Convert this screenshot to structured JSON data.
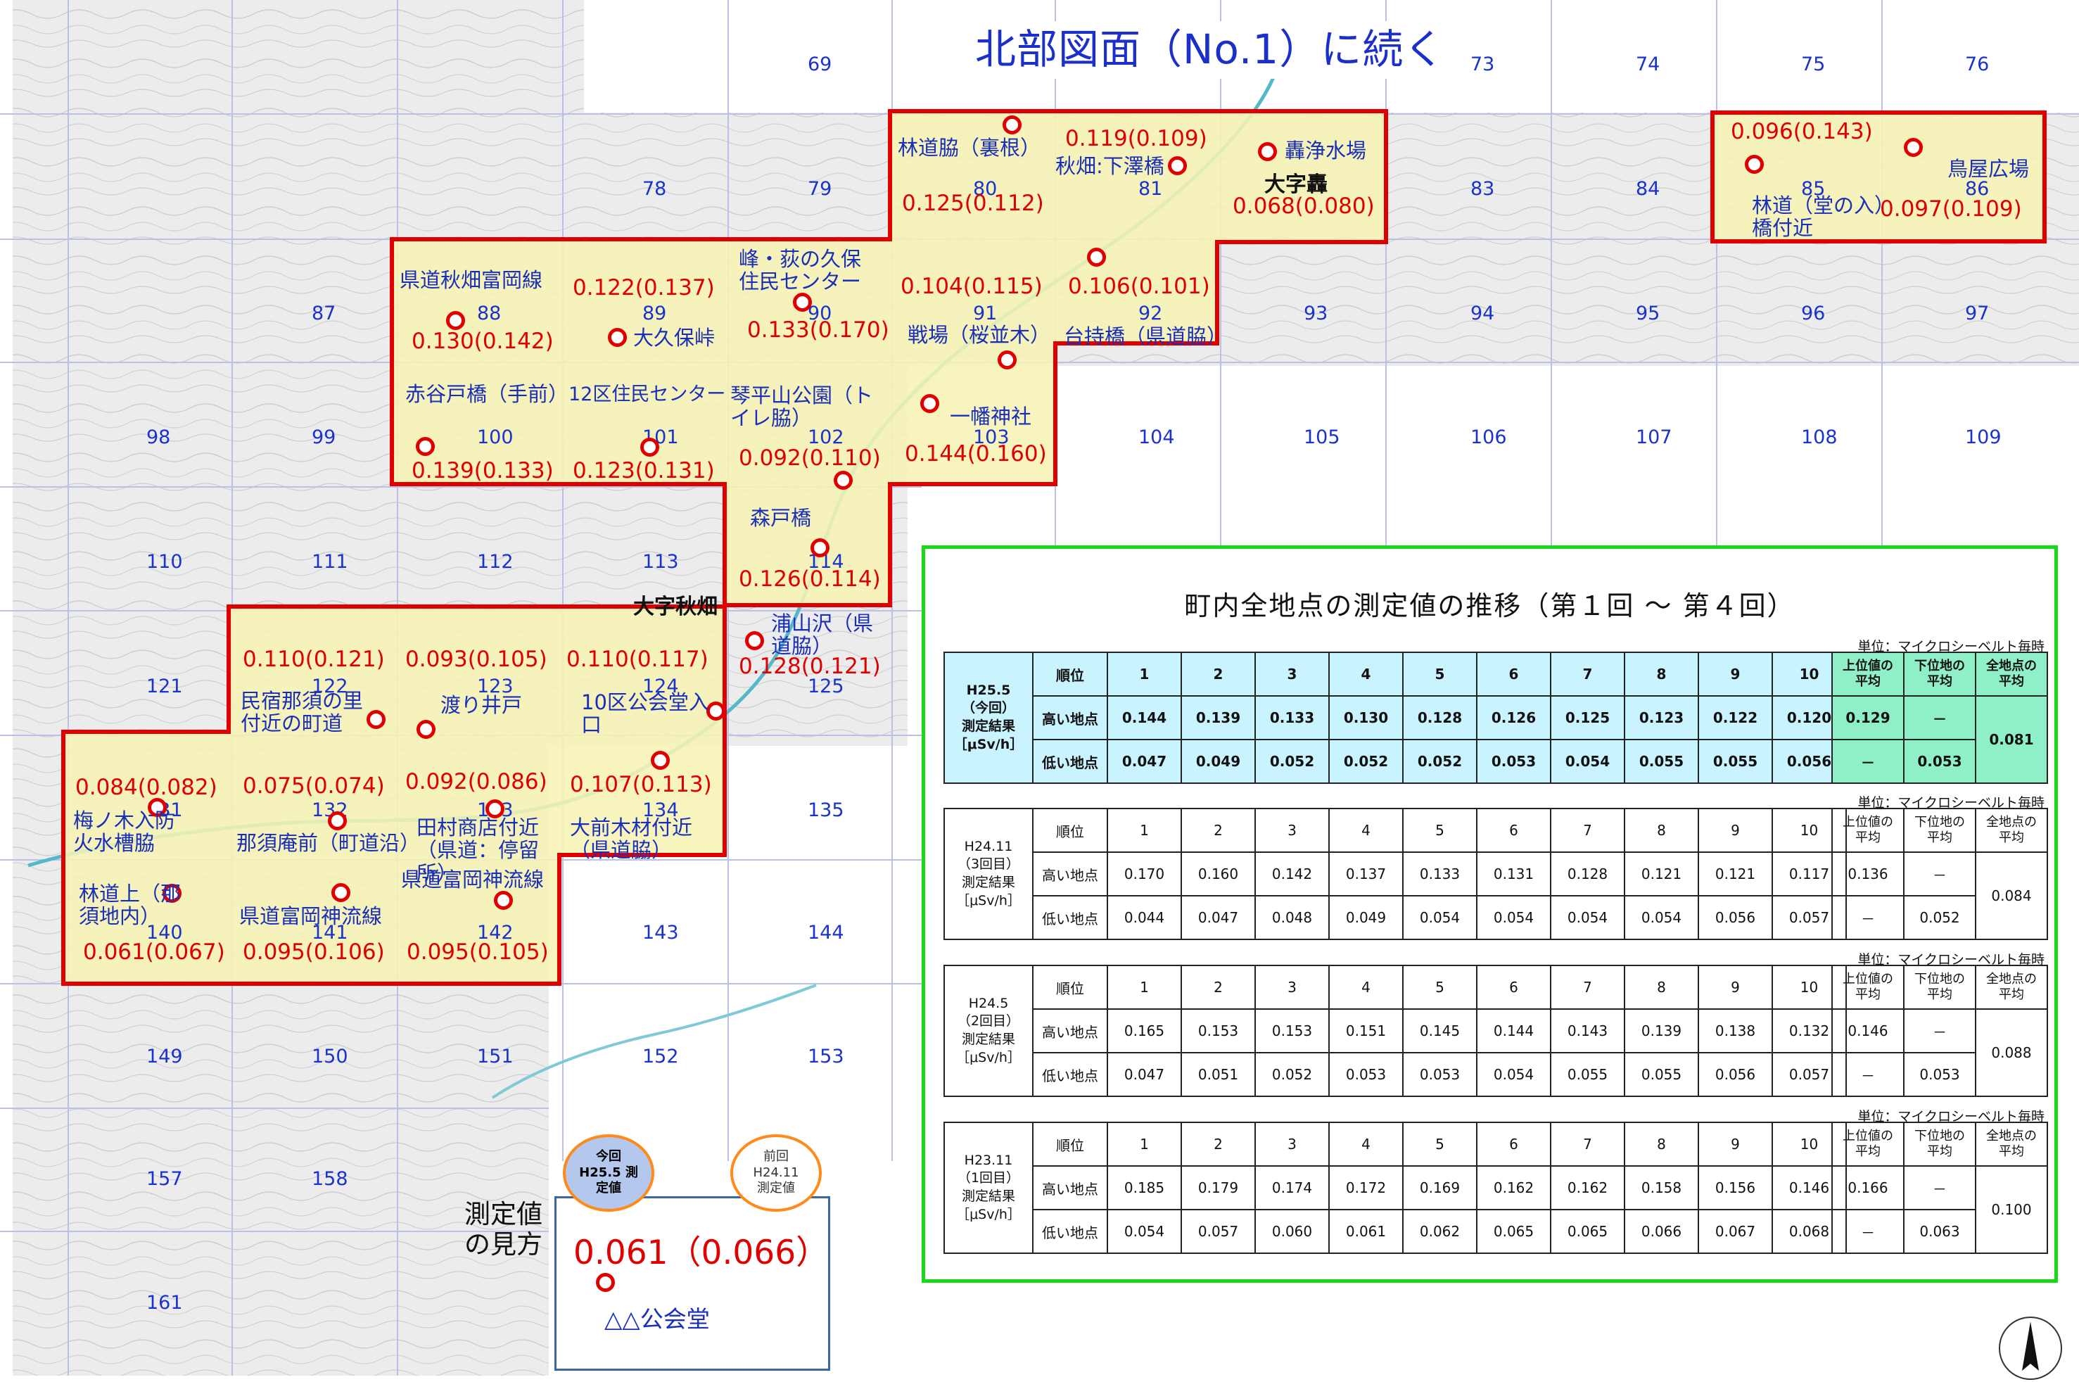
{
  "map": {
    "continue_label": "北部図面（No.1）に続く",
    "grid_numbers": [
      "69",
      "73",
      "74",
      "75",
      "76",
      "78",
      "79",
      "80",
      "81",
      "83",
      "84",
      "85",
      "86",
      "87",
      "88",
      "89",
      "90",
      "91",
      "92",
      "93",
      "94",
      "95",
      "96",
      "97",
      "98",
      "99",
      "100",
      "101",
      "102",
      "103",
      "104",
      "105",
      "106",
      "107",
      "108",
      "109",
      "110",
      "111",
      "112",
      "113",
      "114",
      "121",
      "122",
      "123",
      "124",
      "125",
      "131",
      "132",
      "133",
      "134",
      "135",
      "140",
      "141",
      "142",
      "143",
      "144",
      "149",
      "150",
      "151",
      "152",
      "153",
      "157",
      "158",
      "161"
    ],
    "region_labels": [
      "大字轟",
      "大字秋畑"
    ],
    "measurement_points": [
      {
        "name": "林道脇（裏根）",
        "value": "0.125(0.112)"
      },
      {
        "name": "秋畑:下澤橋",
        "value": "0.119(0.109)"
      },
      {
        "name": "轟浄水場",
        "value": "0.068(0.080)"
      },
      {
        "name": "林道（堂の入）橋付近",
        "value": "0.096(0.143)"
      },
      {
        "name": "鳥屋広場",
        "value": "0.097(0.109)"
      },
      {
        "name": "県道秋畑富岡線",
        "value": "0.130(0.142)"
      },
      {
        "name": "大久保峠",
        "value": "0.122(0.137)"
      },
      {
        "name": "峰・荻の久保住民センター",
        "value": "0.133(0.170)"
      },
      {
        "name": "戦場（桜並木）",
        "value": "0.104(0.115)"
      },
      {
        "name": "台持橋（県道脇）",
        "value": "0.106(0.101)"
      },
      {
        "name": "赤谷戸橋（手前）",
        "value": "0.139(0.133)"
      },
      {
        "name": "12区住民センター",
        "value": "0.123(0.131)"
      },
      {
        "name": "琴平山公園（トイレ脇）",
        "value": "0.092(0.110)"
      },
      {
        "name": "一幡神社",
        "value": "0.144(0.160)"
      },
      {
        "name": "森戸橋",
        "value": "0.126(0.114)"
      },
      {
        "name": "浦山沢（県道脇）",
        "value": "0.128(0.121)"
      },
      {
        "name": "民宿那須の里付近の町道",
        "value": "0.110(0.121)"
      },
      {
        "name": "渡り井戸",
        "value": "0.093(0.105)"
      },
      {
        "name": "10区公会堂入口",
        "value": "0.110(0.117)"
      },
      {
        "name": "梅ノ木入防火水槽脇",
        "value": "0.084(0.082)"
      },
      {
        "name": "那須庵前（町道沿）",
        "value": "0.075(0.074)"
      },
      {
        "name": "田村商店付近（県道：停留所）",
        "value": "0.092(0.086)"
      },
      {
        "name": "大前木材付近（県道脇）",
        "value": "0.107(0.113)"
      },
      {
        "name": "林道上（那須地内）",
        "value": "0.061(0.067)"
      },
      {
        "name": "県道富岡神流線",
        "value": "0.095(0.106)"
      },
      {
        "name": "県道富岡神流線",
        "value": "0.095(0.105)"
      }
    ]
  },
  "summary": {
    "title": "町内全地点の測定値の推移（第１回 ～ 第４回）",
    "unit": "単位：マイクロシーベルト毎時",
    "rank_label": "順位",
    "ranks": [
      "1",
      "2",
      "3",
      "4",
      "5",
      "6",
      "7",
      "8",
      "9",
      "10"
    ],
    "high_label": "高い地点",
    "low_label": "低い地点",
    "upper_avg_label": "上位値の平均",
    "lower_avg_label": "下位地の平均",
    "all_avg_label": "全地点の平均",
    "tables": [
      {
        "period": [
          "H25.5",
          "（今回）",
          "測定結果",
          "［μSv/h］"
        ],
        "high": [
          "0.144",
          "0.139",
          "0.133",
          "0.130",
          "0.128",
          "0.126",
          "0.125",
          "0.123",
          "0.122",
          "0.120"
        ],
        "low": [
          "0.047",
          "0.049",
          "0.052",
          "0.052",
          "0.052",
          "0.053",
          "0.054",
          "0.055",
          "0.055",
          "0.056"
        ],
        "upper_avg": "0.129",
        "lower_avg": "0.053",
        "all_avg": "0.081"
      },
      {
        "period": [
          "H24.11",
          "（3回目）",
          "測定結果",
          "［μSv/h］"
        ],
        "high": [
          "0.170",
          "0.160",
          "0.142",
          "0.137",
          "0.133",
          "0.131",
          "0.128",
          "0.121",
          "0.121",
          "0.117"
        ],
        "low": [
          "0.044",
          "0.047",
          "0.048",
          "0.049",
          "0.054",
          "0.054",
          "0.054",
          "0.054",
          "0.056",
          "0.057"
        ],
        "upper_avg": "0.136",
        "lower_avg": "0.052",
        "all_avg": "0.084"
      },
      {
        "period": [
          "H24.5",
          "（2回目）",
          "測定結果",
          "［μSv/h］"
        ],
        "high": [
          "0.165",
          "0.153",
          "0.153",
          "0.151",
          "0.145",
          "0.144",
          "0.143",
          "0.139",
          "0.138",
          "0.132"
        ],
        "low": [
          "0.047",
          "0.051",
          "0.052",
          "0.053",
          "0.053",
          "0.054",
          "0.055",
          "0.055",
          "0.056",
          "0.057"
        ],
        "upper_avg": "0.146",
        "lower_avg": "0.053",
        "all_avg": "0.088"
      },
      {
        "period": [
          "H23.11",
          "（1回目）",
          "測定結果",
          "［μSv/h］"
        ],
        "high": [
          "0.185",
          "0.179",
          "0.174",
          "0.172",
          "0.169",
          "0.162",
          "0.162",
          "0.158",
          "0.156",
          "0.146"
        ],
        "low": [
          "0.054",
          "0.057",
          "0.060",
          "0.061",
          "0.062",
          "0.065",
          "0.065",
          "0.066",
          "0.067",
          "0.068"
        ],
        "upper_avg": "0.166",
        "lower_avg": "0.063",
        "all_avg": "0.100"
      }
    ],
    "dash": "－"
  },
  "legend": {
    "label": "測定値の見方",
    "current_bubble": "今回 H25.5 測定値",
    "previous_bubble": "前回 H24.11 測定値",
    "sample_value": "0.061（0.066）",
    "sample_point": "△△公会堂"
  },
  "colors": {
    "area_fill": "#f6f3b4",
    "area_border": "#e00000",
    "point_label": "#1a2fb8",
    "value_text": "#e00000",
    "grid_number": "#1a33cc",
    "panel_border": "#18d918",
    "current_table_fill": "#c9f3ff",
    "average_fill": "#8ff0c8"
  }
}
